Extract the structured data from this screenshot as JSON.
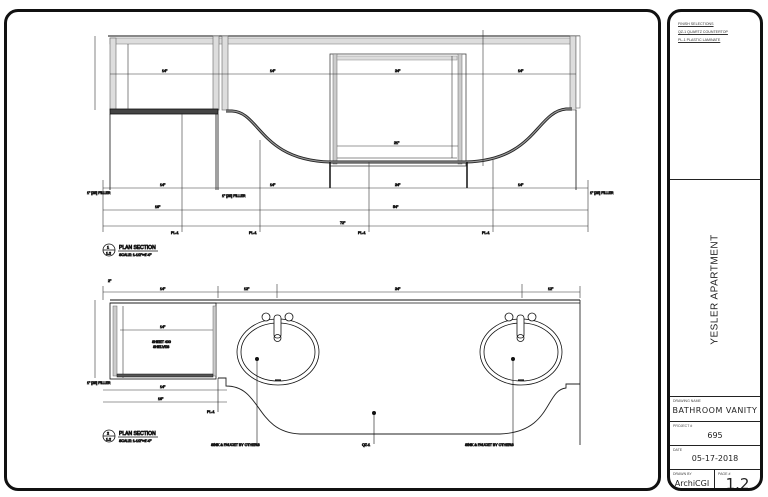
{
  "title_block": {
    "finish_selections_heading": "FINISH SELECTIONS",
    "finish_items": [
      "QZ-1 QUARTZ COUNTERTOP",
      "PL-1 PLASTIC LAMINATE"
    ],
    "project_name": "YESLER APARTMENT",
    "drawing_name_label": "DRAWING NAME",
    "drawing_name": "BATHROOM VANITY",
    "project_no_label": "PROJECT #",
    "project_no": "695",
    "date_label": "DATE",
    "date": "05-17-2018",
    "drawn_by_label": "DRAWN BY",
    "drawn_by": "ArchiCGI",
    "page_label": "PAGE #",
    "page": "1.2"
  },
  "views": [
    {
      "number": "1",
      "sheet": "1.2",
      "title": "PLAN SECTION",
      "scale": "SCALE: 1-1/2\"=1'-0\""
    },
    {
      "number": "2",
      "sheet": "1.2",
      "title": "PLAN SECTION",
      "scale": "SCALE: 1-1/2\"=1'-0\""
    }
  ],
  "annotations": {
    "filler_left": "1\" [25] FILLER",
    "filler_mid": "1\" [25] FILLER",
    "filler_right": "1\" [25] FILLER",
    "pl1": "PL-1",
    "qz1": "QZ-1",
    "sink_left": "SINK & FAUCET BY OTHERS",
    "sink_right": "SINK & FAUCET BY OTHERS",
    "drawer_note_1": "SHEET 400",
    "drawer_note_2": "SHELVES",
    "dim_14": "14\"",
    "dim_24": "24\"",
    "dim_21": "21\"",
    "dim_72": "72\"",
    "dim_12": "12\"",
    "dim_2": "2\""
  }
}
